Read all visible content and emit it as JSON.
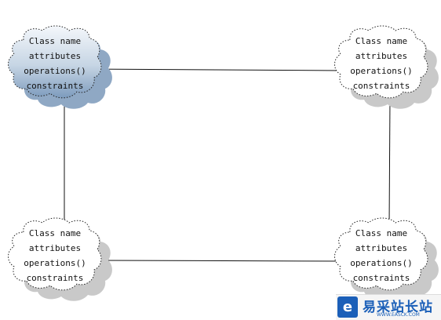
{
  "diagram": {
    "nodes": [
      {
        "id": "top-left",
        "lines": [
          "Class name",
          "attributes",
          "operations()",
          "constraints"
        ],
        "fill": "gradient-blue"
      },
      {
        "id": "top-right",
        "lines": [
          "Class name",
          "attributes",
          "operations()",
          "constraints"
        ],
        "fill": "white"
      },
      {
        "id": "bottom-left",
        "lines": [
          "Class name",
          "attributes",
          "operations()",
          "constraints"
        ],
        "fill": "white"
      },
      {
        "id": "bottom-right",
        "lines": [
          "Class name",
          "attributes",
          "operations()",
          "constraints"
        ],
        "fill": "white"
      }
    ],
    "edges": [
      {
        "from": "top-left",
        "to": "top-right"
      },
      {
        "from": "top-left",
        "to": "bottom-left"
      },
      {
        "from": "top-right",
        "to": "bottom-right"
      },
      {
        "from": "bottom-left",
        "to": "bottom-right"
      }
    ],
    "colors": {
      "line": "#111111",
      "cloud_stroke": "#222222",
      "shadow": "#c9c9c9",
      "gradient_top": "#f4f7fb",
      "gradient_bottom": "#7d9bbd"
    }
  },
  "watermark": {
    "logo_icon": "e-logo-icon",
    "title": "易采站长站",
    "subtitle": "WWW.EASCK.COM"
  }
}
